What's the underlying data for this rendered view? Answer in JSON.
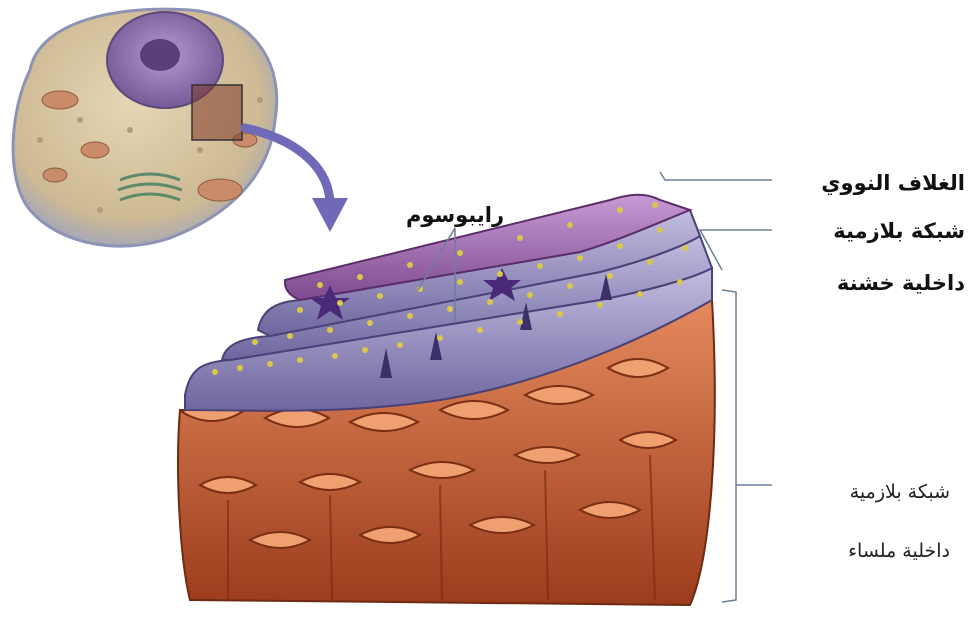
{
  "labels": {
    "ribosome": "رايبوسوم",
    "nuclear_envelope": "الغلاف النووي",
    "rough_er_line1": "شبكة بلازمية",
    "rough_er_line2": "داخلية خشنة",
    "smooth_er_line1": "شبكة بلازمية",
    "smooth_er_line2": "داخلية ملساء"
  },
  "colors": {
    "rough_er_membrane": "#8a7fb8",
    "rough_er_lumen": "#6a5f9a",
    "nuclear_envelope": "#9a5aa6",
    "smooth_er": "#c8603a",
    "smooth_er_dark": "#8a3418",
    "ribosome": "#d9c84a",
    "cell_cytoplasm": "#d9c6a0",
    "nucleus": "#8a6aa8",
    "arrow": "#6f69b8",
    "leader_line": "#6a7f9a"
  },
  "icons": [
    "cell-thumbnail-icon",
    "zoom-arrow-icon"
  ]
}
